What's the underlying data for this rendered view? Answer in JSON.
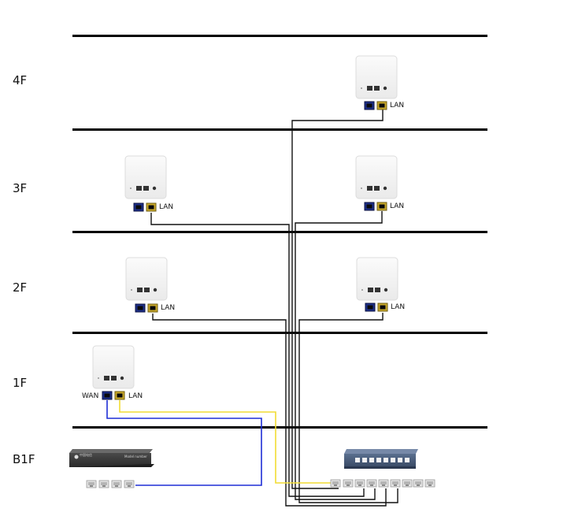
{
  "floors": [
    {
      "id": "4f",
      "label": "4F"
    },
    {
      "id": "3f",
      "label": "3F"
    },
    {
      "id": "2f",
      "label": "2F"
    },
    {
      "id": "1f",
      "label": "1F"
    },
    {
      "id": "b1f",
      "label": "B1F"
    }
  ],
  "routers": [
    {
      "id": "r4",
      "floor": "4F",
      "ports": {
        "lan": "LAN"
      }
    },
    {
      "id": "r3-left",
      "floor": "3F",
      "ports": {
        "lan": "LAN"
      }
    },
    {
      "id": "r3-right",
      "floor": "3F",
      "ports": {
        "lan": "LAN"
      }
    },
    {
      "id": "r2-left",
      "floor": "2F",
      "ports": {
        "lan": "LAN"
      }
    },
    {
      "id": "r2-right",
      "floor": "2F",
      "ports": {
        "lan": "LAN"
      }
    },
    {
      "id": "r1",
      "floor": "1F",
      "ports": {
        "wan": "WAN",
        "lan": "LAN"
      }
    }
  ],
  "devices": {
    "modem": {
      "brand_text": "中国电信",
      "model_text": "Model number"
    },
    "switch": {
      "name": "network switch",
      "port_count": 8
    }
  },
  "cable_colors": {
    "wan_link": "#1f2fd6",
    "lan_uplink": "#f1dc33",
    "backbone": "#111111"
  }
}
